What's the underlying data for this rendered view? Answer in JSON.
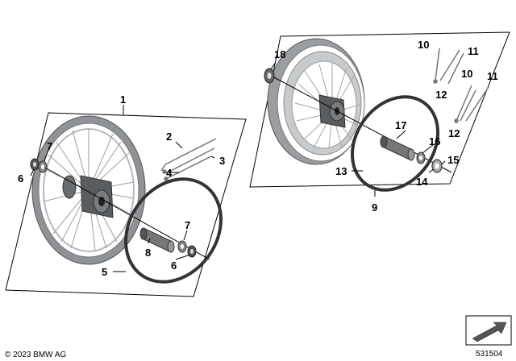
{
  "callouts": {
    "c1": "1",
    "c2": "2",
    "c3": "3",
    "c4": "4",
    "c5": "5",
    "c6a": "6",
    "c7a": "7",
    "c6b": "6",
    "c7b": "7",
    "c8": "8",
    "c9": "9",
    "c10a": "10",
    "c10b": "10",
    "c11a": "11",
    "c11b": "11",
    "c12a": "12",
    "c12b": "12",
    "c13": "13",
    "c14": "14",
    "c15": "15",
    "c16": "16",
    "c17": "17",
    "c18": "18"
  },
  "footer": {
    "copyright": "© 2023 BMW AG",
    "diagram_number": "531504"
  },
  "colors": {
    "rim": "#9a9ea2",
    "rim_dark": "#6f7377",
    "hub": "#4a4d50",
    "tire_band": "#3a3a3a"
  }
}
